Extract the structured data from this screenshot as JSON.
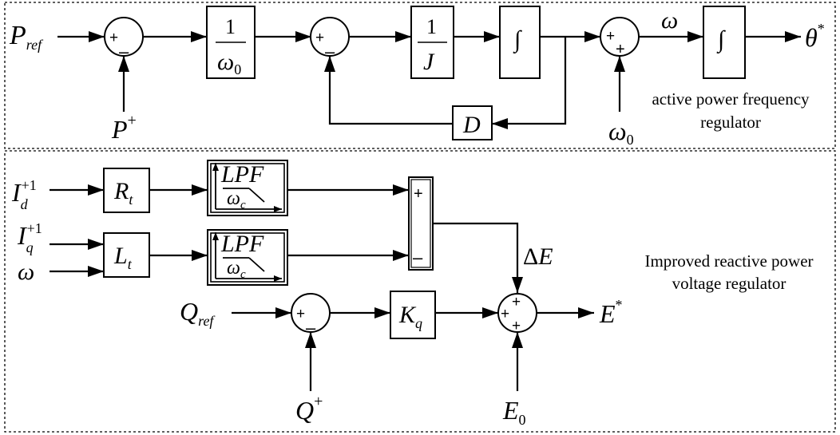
{
  "top_section": {
    "label_line1": "active power frequency",
    "label_line2": "regulator",
    "input_p_ref": {
      "base": "P",
      "sub": "ref"
    },
    "input_p_meas": {
      "base": "P",
      "sup": "+"
    },
    "block_inv_omega0": {
      "num": "1",
      "den_base": "ω",
      "den_sub": "0"
    },
    "block_inv_j": {
      "num": "1",
      "den": "J"
    },
    "block_integrator_1": "∫",
    "block_damping": "D",
    "input_omega0": {
      "base": "ω",
      "sub": "0"
    },
    "signal_omega": "ω",
    "block_integrator_2": "∫",
    "output_theta": {
      "base": "θ",
      "sup": "*"
    },
    "sum1_signs": [
      "+",
      "–"
    ],
    "sum2_signs": [
      "+",
      "–"
    ],
    "sum3_signs": [
      "+",
      "+"
    ]
  },
  "bottom_section": {
    "label_line1": "Improved reactive power",
    "label_line2": "voltage regulator",
    "input_id": {
      "base": "I",
      "sub": "d",
      "sup": "+1"
    },
    "input_iq": {
      "base": "I",
      "sub": "q",
      "sup": "+1"
    },
    "input_omega": "ω",
    "block_rt": {
      "base": "R",
      "sub": "t"
    },
    "block_lt": {
      "base": "L",
      "sub": "t"
    },
    "lpf1": {
      "label": "LPF",
      "cut_base": "ω",
      "cut_sub": "c"
    },
    "lpf2": {
      "label": "LPF",
      "cut_base": "ω",
      "cut_sub": "c"
    },
    "diff_signs": [
      "+",
      "–"
    ],
    "signal_delta_e": {
      "prefix": "Δ",
      "base": "E"
    },
    "input_q_ref": {
      "base": "Q",
      "sub": "ref"
    },
    "input_q_meas": {
      "base": "Q",
      "sup": "+"
    },
    "block_kq": {
      "base": "K",
      "sub": "q"
    },
    "input_e0": {
      "base": "E",
      "sub": "0"
    },
    "output_e": {
      "base": "E",
      "sup": "*"
    },
    "sum_q_signs": [
      "+",
      "–"
    ],
    "sum_e_signs": [
      "+",
      "+",
      "+"
    ]
  }
}
